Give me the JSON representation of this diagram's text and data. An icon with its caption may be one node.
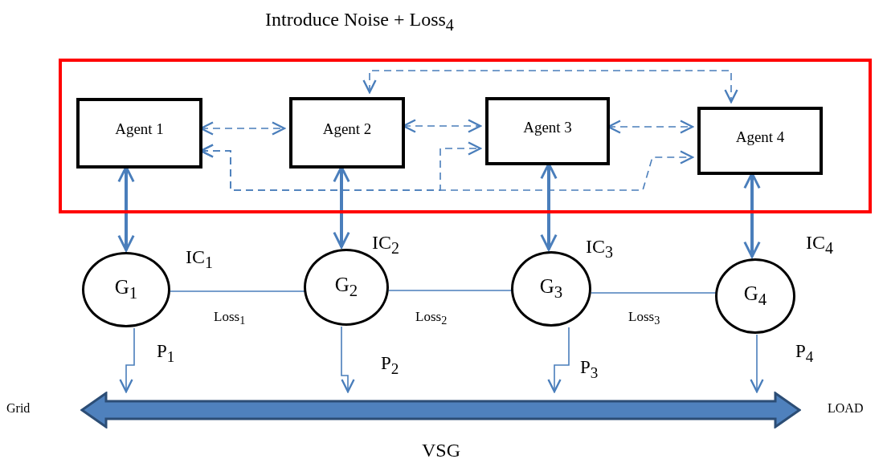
{
  "diagram": {
    "nodes": [
      {
        "text": [
          "Introduce Noise + Loss$_{4}$"
        ]
      },
      {
        "text": [
          "Agent 1"
        ],
        "in": 0
      },
      {
        "text": [
          "Agent 2"
        ],
        "in": 0
      },
      {
        "text": [
          "Agent 3"
        ],
        "in": 0
      },
      {
        "text": [
          "Agent 4"
        ],
        "in": 0
      },
      {
        "text": [
          "G$_{1}$"
        ],
        "beside": [
          "IC$_{1}$"
        ]
      },
      {
        "text": [
          "G$_{2}$"
        ],
        "beside": [
          "IC$_{2}$"
        ]
      },
      {
        "text": [
          "G$_{3}$"
        ],
        "beside": [
          "IC$_{3}$"
        ]
      },
      {
        "text": [
          "G$_{4}$"
        ],
        "beside": [
          "IC$_{4}$"
        ]
      },
      {
        "text": [],
        "shape": "bar",
        "beside": [
          "VSG"
        ]
      }
    ],
    "edges": [
      {
        "from": 1,
        "to": 2,
        "arrow": "both",
        "style": "dashed"
      },
      {
        "from": 2,
        "to": 3,
        "arrow": "both",
        "style": "dashed"
      },
      {
        "from": 3,
        "to": 4,
        "arrow": "both",
        "style": "dashed"
      },
      {
        "from": 2,
        "to": 4,
        "arrow": "both",
        "style": "dashed"
      },
      {
        "from": 1,
        "to": 3,
        "arrow": "both",
        "style": "dashed"
      },
      {
        "from": 1,
        "to": 4,
        "arrow": "both",
        "style": "dashed"
      },
      {
        "from": 1,
        "to": 5,
        "arrow": "both",
        "style": "thick"
      },
      {
        "from": 2,
        "to": 6,
        "arrow": "both",
        "style": "thick"
      },
      {
        "from": 3,
        "to": 7,
        "arrow": "both",
        "style": "thick"
      },
      {
        "from": 4,
        "to": 8,
        "arrow": "both",
        "style": "thick"
      },
      {
        "from": 5,
        "to": 6,
        "arrow": "none",
        "label": "Loss$_{1}$"
      },
      {
        "from": 6,
        "to": 7,
        "arrow": "none",
        "label": "Loss$_{2}$"
      },
      {
        "from": 7,
        "to": 8,
        "arrow": "none",
        "label": "Loss$_{3}$"
      },
      {
        "from": 5,
        "to": 9,
        "arrow": "to",
        "label": "P$_{1}$"
      },
      {
        "from": 6,
        "to": 9,
        "arrow": "to",
        "label": "P$_{2}$"
      },
      {
        "from": 7,
        "to": 9,
        "arrow": "to",
        "label": "P$_{3}$"
      },
      {
        "from": 8,
        "to": 9,
        "arrow": "to",
        "label": "P$_{4}$"
      }
    ],
    "labels": [
      "Grid",
      "LOAD"
    ]
  }
}
